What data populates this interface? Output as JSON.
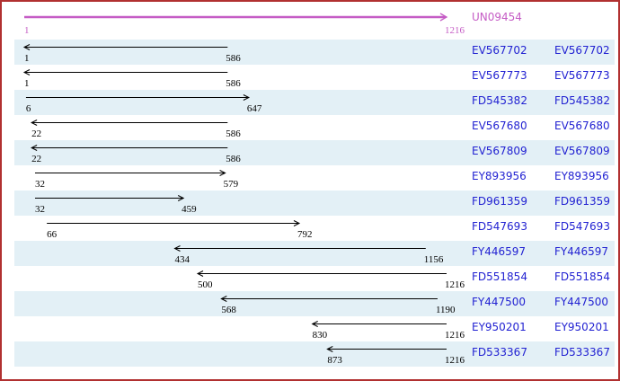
{
  "master": {
    "id": "UN09454",
    "start": 1,
    "end": 1216,
    "direction": "forward"
  },
  "colors": {
    "border": "#b13030",
    "band": "#e3f0f6",
    "acc": "#2222d2",
    "master": "#c55cc5",
    "coord": "#000000",
    "arrow": "#000000"
  },
  "chart_data": {
    "type": "table",
    "axis": {
      "min": 1,
      "max": 1216
    },
    "master_sequence": {
      "id": "UN09454",
      "start": 1,
      "end": 1216,
      "direction": "forward"
    },
    "columns": [
      "accession",
      "start",
      "end",
      "direction"
    ],
    "rows": [
      [
        "EV567702",
        1,
        586,
        "reverse"
      ],
      [
        "EV567773",
        1,
        586,
        "reverse"
      ],
      [
        "FD545382",
        6,
        647,
        "forward"
      ],
      [
        "EV567680",
        22,
        586,
        "reverse"
      ],
      [
        "EV567809",
        22,
        586,
        "reverse"
      ],
      [
        "EY893956",
        32,
        579,
        "forward"
      ],
      [
        "FD961359",
        32,
        459,
        "forward"
      ],
      [
        "FD547693",
        66,
        792,
        "forward"
      ],
      [
        "FY446597",
        434,
        1156,
        "reverse"
      ],
      [
        "FD551854",
        500,
        1216,
        "reverse"
      ],
      [
        "FY447500",
        568,
        1190,
        "reverse"
      ],
      [
        "EY950201",
        830,
        1216,
        "reverse"
      ],
      [
        "FD533367",
        873,
        1216,
        "reverse"
      ]
    ]
  }
}
